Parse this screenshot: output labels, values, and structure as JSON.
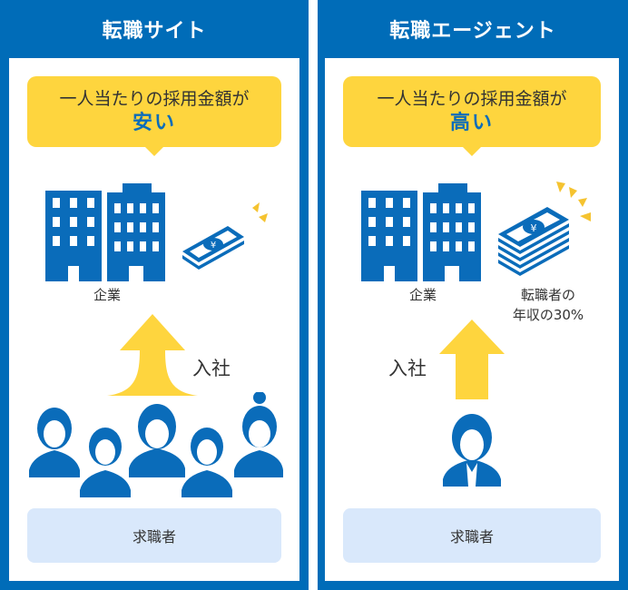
{
  "colors": {
    "panel_blue": "#006cb8",
    "icon_blue": "#0a6cba",
    "bubble_yellow": "#fed53e",
    "arrow_yellow": "#fed53e",
    "seeker_box": "#d9e8fb",
    "text_dark": "#333333"
  },
  "left": {
    "title": "転職サイト",
    "bubble": {
      "line1": "一人当たりの採用金額が",
      "line2": "安い"
    },
    "company_label": "企業",
    "money_icon": "yen-bill-stack-small-icon",
    "arrow_label": "入社",
    "people_icon": "group-of-job-seekers-icon",
    "seeker_label": "求職者"
  },
  "right": {
    "title": "転職エージェント",
    "bubble": {
      "line1": "一人当たりの採用金額が",
      "line2": "高い"
    },
    "company_label": "企業",
    "money_icon": "yen-bill-stack-large-icon",
    "money_label_line1": "転職者の",
    "money_label_line2": "年収の30%",
    "arrow_label": "入社",
    "people_icon": "single-job-seeker-icon",
    "seeker_label": "求職者"
  }
}
